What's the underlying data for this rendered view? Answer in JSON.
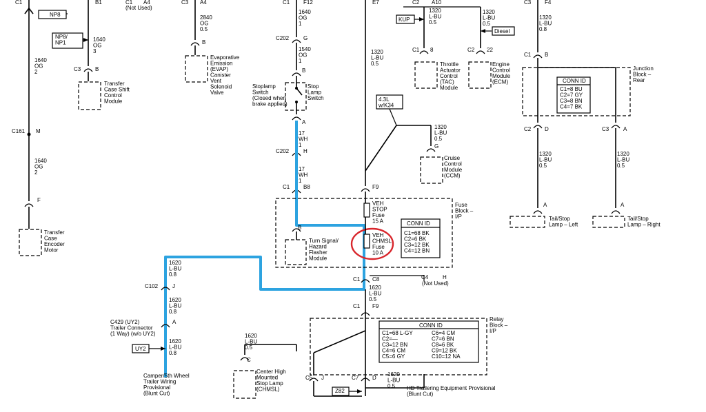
{
  "colors": {
    "highlight_wire": "#2da3e0",
    "circle_mark": "#d8262c",
    "line": "#000000"
  },
  "labels": {
    "c1_tl": "C1",
    "np8": "NP8",
    "np8np1": "NP8/\nNP1",
    "w1640_a": "1640\nOG\n3",
    "c3_a": "C3",
    "b_a": "B",
    "transfer_shift": "Transfer\nCase Shift\nControl\nModule",
    "b1": "B1",
    "w1640_b": "1640\nOG\n2",
    "c161": "C161",
    "m": "M",
    "w1640_c": "1640\nOG\n2",
    "f_a": "F",
    "transfer_encoder": "Transfer\nCase\nEncoder\nMotor",
    "c1_a4": "C1",
    "a4": "A4",
    "not_used_a": "(Not Used)",
    "c3_b": "C3",
    "a4b": "A4",
    "w2840": "2840\nOG\n0.5",
    "b_evap": "B",
    "evap": "Evaporative\nEmission\n(EVAP)\nCanister\nVent\nSolenoid\nValve",
    "c1_f12": "C1",
    "f12": "F12",
    "w1640_d": "1640\nOG\n1",
    "c202_a": "C202",
    "g": "G",
    "w1540": "1540\nOG\n1",
    "b_sw": "B",
    "stoplamp_sw": "Stoplamp\nSwitch\n(Closed when\nbrake applied)",
    "stop_lamp_switch": "Stop\nLamp\nSwitch",
    "a_sw": "A",
    "w17_a": "17\nWH\n1",
    "c202_b": "C202",
    "h": "H",
    "w17_b": "17\nWH\n1",
    "c1_b8": "C1",
    "b8": "B8",
    "b_flasher": "B",
    "flasher": "Turn Signal/\nHazard\nFlasher\nModule",
    "e7": "E7",
    "w1320_main": "1320\nL-BU\n0.5",
    "k34": "4.3L\nw/K34",
    "w1320_ccm": "1320\nL-BU\n0.5",
    "g_ccm": "G",
    "ccm": "Cruise\nControl\nModule\n(CCM)",
    "kup": "KUP",
    "c2_a10": "C2",
    "a10": "A10",
    "w1320_tac": "1320\nL-BU\n0.5",
    "w1320_diesel": "1320\nL-BU\n0.5",
    "diesel": "Diesel",
    "c1_tac": "C1",
    "eight": "8",
    "c2_ecm": "C2",
    "twentytwo": "22",
    "tac": "Throttle\nActuator\nControl\n(TAC)\nModule",
    "ecm": "Engine\nControl\nModule\n(ECM)",
    "f9": "F9",
    "veh_stop": "VEH\nSTOP\nFuse\n15 A",
    "veh_chmsl": "VEH\nCHMSL\nFuse\n10 A",
    "fuse_block": "Fuse\nBlock –\nI/P",
    "conn_id": "CONN ID",
    "fuse_conn": "C1=68 BK\nC2=6 BK\nC3=12 BK\nC4=12 BN",
    "c1_c8": "C1",
    "c8": "C8",
    "c4_h": "C4",
    "h2": "H",
    "not_used_b": "(Not Used)",
    "w1620_main": "1620\nL-BU\n0.5",
    "c1_f9b": "C1",
    "f9b": "F9",
    "relay_block": "Relay\nBlock –\nI/P",
    "relay_conn_1": "C1=68 L-GY\nC2=—\nC3=12 BN\nC4=6 CM\nC5=6 GY",
    "relay_conn_2": "C6=4 CM\nC7=6 BN\nC8=6 BK\nC9=12 BK\nC10=12 NA",
    "c5": "C5",
    "j_c5": "J",
    "c7": "C7",
    "d_c7": "D",
    "w1620_hd": "1620\nL-BU\n0.5",
    "hd": "HD Trailering Equipment Provisional\n(Blunt Cut)",
    "z82": "Z82",
    "w1620_chmsl": "1620\nL-BU\n0.5",
    "c_chmsl": "C",
    "chmsl_lamp": "Center High\nMounted\nStop Lamp\n(CHMSL)",
    "w1620_b1": "1620\nL-BU\n0.8",
    "c102": "C102",
    "j_c102": "J",
    "w1620_b2": "1620\nL-BU\n0.8",
    "c429": "C429 (UY2)\nTrailer Connector\n(1 Way) (w/o UY2)",
    "a_c429": "A",
    "uy2": "UY2",
    "w1620_b3": "1620\nL-BU\n0.8",
    "camper": "Camper/5th Wheel\nTrailer Wiring\nProvisional\n(Blunt Cut)",
    "c3_f4": "C3",
    "f4": "F4",
    "w1320_rear": "1320\nL-BU\n0.8",
    "c1_rear": "C1",
    "b_rear": "B",
    "junction": "Junction\nBlock –\nRear",
    "junction_conn": "C1=8 BU\nC2=7 GY\nC3=8 BN\nC4=7 BK",
    "c2_left": "C2",
    "d_left": "D",
    "c3_right": "C3",
    "a_right": "A",
    "w1320_l": "1320\nL-BU\n0.5",
    "w1320_r": "1320\nL-BU\n0.5",
    "a_l": "A",
    "a_r": "A",
    "tail_left": "Tail/Stop\nLamp – Left",
    "tail_right": "Tail/Stop\nLamp – Right"
  }
}
